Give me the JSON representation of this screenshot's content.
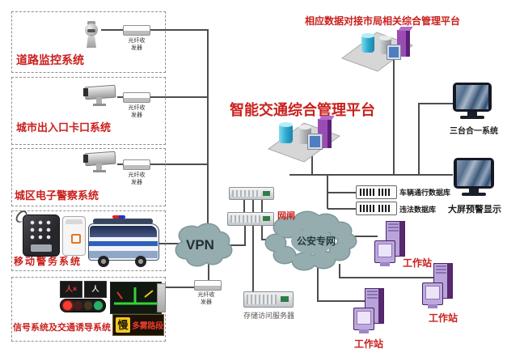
{
  "title": "智能交通综合管理平台",
  "top_note": "相应数据对接市局相关综合管理平台",
  "left_boxes": [
    {
      "label": "道路监控系统"
    },
    {
      "label": "城市出入口卡口系统"
    },
    {
      "label": "城区电子警察系统"
    },
    {
      "label": "移动警务系统"
    },
    {
      "label": "信号系统及交通诱导系统"
    }
  ],
  "transceiver_label": "光纤收发器",
  "vpn_label": "VPN",
  "gateway_label": "网闸",
  "cloud_label": "公安专网",
  "storage_label": "存储访问服务器",
  "databases": [
    {
      "label": "车辆通行数据库"
    },
    {
      "label": "违法数据库"
    }
  ],
  "monitors": [
    {
      "label": "三台合一系统"
    },
    {
      "label": "大屏预警显示"
    }
  ],
  "workstation_label": "工作站",
  "led_sign": {
    "slow": "慢",
    "text": "多雾路段"
  },
  "colors": {
    "accent_red": "#c9201d",
    "cloud": "#95adae",
    "line": "#4d4d4d"
  }
}
